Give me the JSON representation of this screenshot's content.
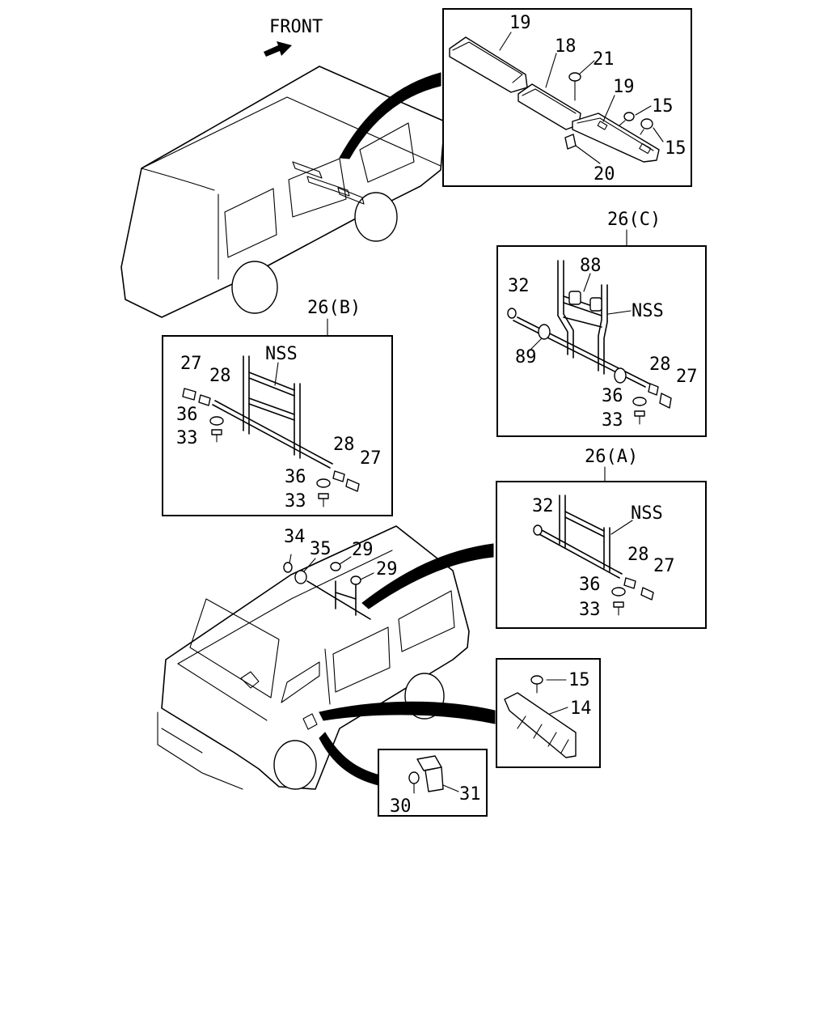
{
  "direction_label": "FRONT",
  "callouts": {
    "c19a": "19",
    "c18": "18",
    "c21": "21",
    "c19b": "19",
    "c15a": "15",
    "c15b": "15",
    "c20": "20",
    "c26c": "26(C)",
    "c88": "88",
    "c32c": "32",
    "c89": "89",
    "c28c": "28",
    "c27c": "27",
    "c36c": "36",
    "c33c": "33",
    "c26b": "26(B)",
    "c27b1": "27",
    "c28b1": "28",
    "c36b1": "36",
    "c33b1": "33",
    "c28b2": "28",
    "c27b2": "27",
    "c36b2": "36",
    "c33b2": "33",
    "c26a": "26(A)",
    "c32a": "32",
    "c28a": "28",
    "c27a": "27",
    "c36a": "36",
    "c33a": "33",
    "c34": "34",
    "c35": "35",
    "c29a": "29",
    "c29b": "29",
    "c15c": "15",
    "c14": "14",
    "c30": "30",
    "c31": "31"
  },
  "nss": {
    "b": "NSS",
    "c": "NSS",
    "a": "NSS"
  }
}
